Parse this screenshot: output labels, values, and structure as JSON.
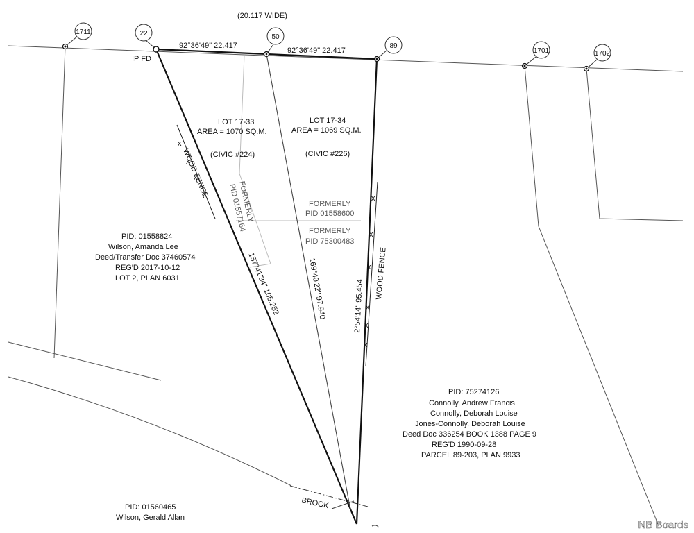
{
  "street": {
    "width_label": "(20.117 WIDE)"
  },
  "markers": [
    {
      "id": "m1711",
      "label": "1711"
    },
    {
      "id": "m22",
      "label": "22"
    },
    {
      "id": "m50",
      "label": "50"
    },
    {
      "id": "m89",
      "label": "89"
    },
    {
      "id": "m1701",
      "label": "1701"
    },
    {
      "id": "m1702",
      "label": "1702"
    }
  ],
  "ip_fd": "IP FD",
  "bearings": {
    "front_west": "92°36'49\" 22.417",
    "front_east": "92°36'49\" 22.417",
    "west_line": "157°41'34\" 105.252",
    "middle_line": "169°40'22\" 97.940",
    "east_line": "2°54'14\" 95.454"
  },
  "lot_17_33": {
    "name": "LOT 17-33",
    "area": "AREA = 1070 SQ.M.",
    "civic": "(CIVIC #224)",
    "formerly_label": "FORMERLY",
    "formerly_pid": "PID 01557164"
  },
  "lot_17_34": {
    "name": "LOT 17-34",
    "area": "AREA = 1069 SQ.M.",
    "civic": "(CIVIC #226)",
    "formerly_1_label": "FORMERLY",
    "formerly_1_pid": "PID 01558600",
    "formerly_2_label": "FORMERLY",
    "formerly_2_pid": "PID 75300483"
  },
  "fences": {
    "west": "WOOD FENCE",
    "east": "WOOD FENCE"
  },
  "parcel_west": {
    "pid": "PID: 01558824",
    "owner": "Wilson, Amanda Lee",
    "deed": "Deed/Transfer Doc 37460574",
    "regd": "REG'D 2017-10-12",
    "lot": "LOT 2, PLAN 6031"
  },
  "parcel_east": {
    "pid": "PID: 75274126",
    "owner_1": "Connolly, Andrew Francis",
    "owner_2": "Connolly, Deborah Louise",
    "owner_3": "Jones-Connolly, Deborah Louise",
    "deed": "Deed Doc 336254 BOOK 1388 PAGE 9",
    "regd": "REG'D 1990-09-28",
    "parcel": "PARCEL 89-203, PLAN 9933"
  },
  "parcel_south": {
    "pid": "PID: 01560465",
    "owner": "Wilson, Gerald Allan"
  },
  "brook": "BROOK",
  "watermark": "NB Boards"
}
